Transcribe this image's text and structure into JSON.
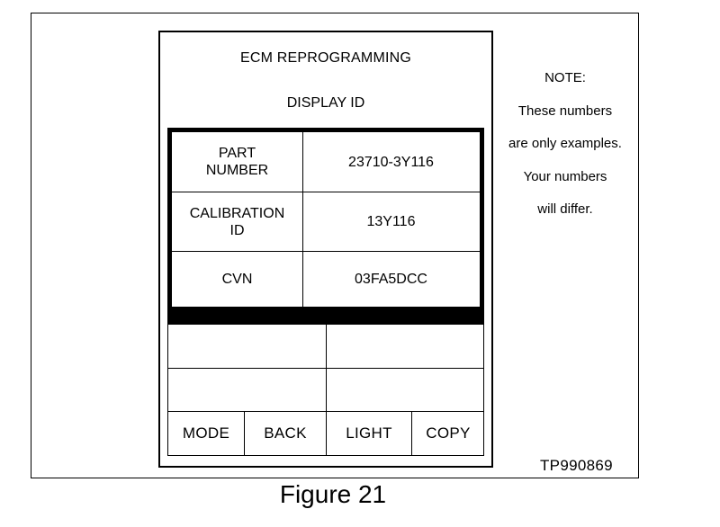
{
  "screen": {
    "title": "ECM REPROGRAMMING",
    "subtitle": "DISPLAY ID",
    "rows": [
      {
        "label": "PART\nNUMBER",
        "value": "23710-3Y116"
      },
      {
        "label": "CALIBRATION\nID",
        "value": "13Y116"
      },
      {
        "label": "CVN",
        "value": "03FA5DCC"
      }
    ],
    "buttons": {
      "mode": "MODE",
      "back": "BACK",
      "light": "LIGHT",
      "copy": "COPY"
    }
  },
  "note": {
    "lines": [
      "NOTE:",
      "These numbers",
      "are only examples.",
      "Your numbers",
      "will differ."
    ]
  },
  "reference_code": "TP990869",
  "caption": "Figure 21"
}
